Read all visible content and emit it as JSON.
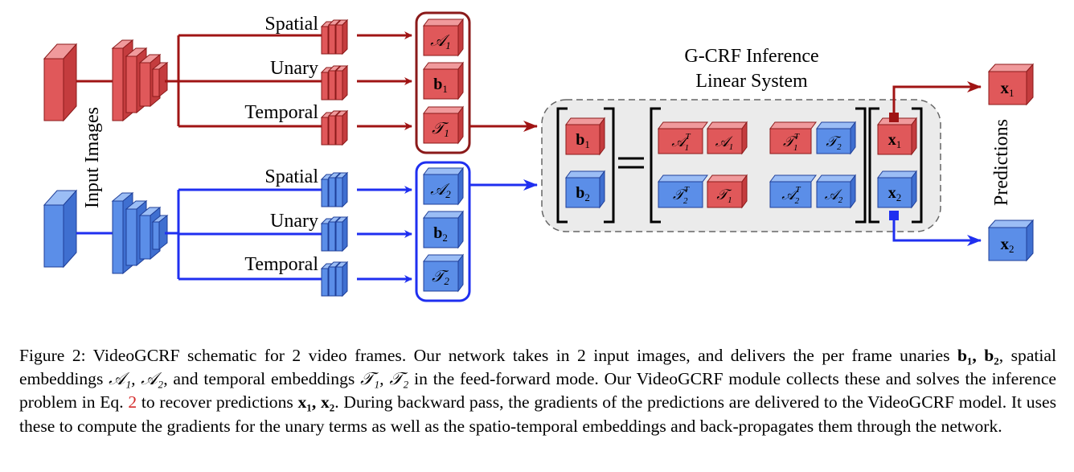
{
  "diagram": {
    "top_labels": [
      "Spatial",
      "Unary",
      "Temporal"
    ],
    "bottom_labels": [
      "Spatial",
      "Unary",
      "Temporal"
    ],
    "input_label": "Input Images",
    "inference_title_1": "G-CRF Inference",
    "inference_title_2": "Linear System",
    "predictions_label": "Predictions",
    "colors": {
      "red": "#e0585a",
      "red_dark": "#b52a2c",
      "red_edge": "#8b1a1a",
      "blue": "#5b8ee8",
      "blue_dark": "#2f5fc4",
      "blue_edge": "#1f3f99",
      "arrow_red": "#a01414",
      "arrow_blue": "#1f2ff0",
      "panel": "#ebebeb"
    }
  },
  "caption": {
    "lead": "Figure 2: VideoGCRF schematic for 2 video frames. Our network takes in 2 input images, and delivers the per frame unaries ",
    "unaries": "b₁, b₂",
    "mid1": ", spatial embeddings ",
    "spatial": "𝒜₁, 𝒜₂",
    "mid2": ", and temporal embeddings ",
    "temporal": "𝒯₁, 𝒯₂",
    "mid3": " in the feed-forward mode. Our VideoGCRF module collects these and solves the inference problem in Eq. ",
    "eq_ref": "2",
    "mid4": " to recover predictions ",
    "preds": "x₁, x₂",
    "tail": ". During backward pass, the gradients of the predictions are delivered to the VideoGCRF model. It uses these to compute the gradients for the unary terms as well as the spatio-temporal embeddings and back-propagates them through the network."
  }
}
